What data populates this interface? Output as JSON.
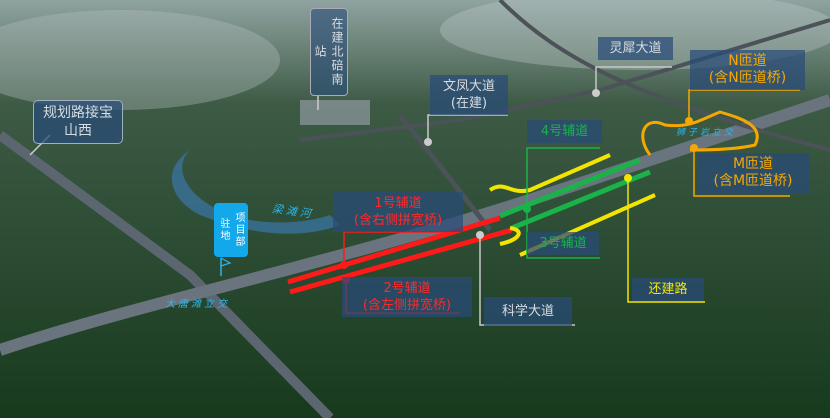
{
  "labels": {
    "planned_road": "规划路接宝山西",
    "station": "在建北碚南站",
    "wenfeng": {
      "line1": "文凤大道",
      "line2": "(在建)"
    },
    "lingxi": "灵犀大道",
    "n_ramp": {
      "line1": "N匝道",
      "line2": "(含N匝道桥)"
    },
    "m_ramp": {
      "line1": "M匝道",
      "line2": "(含M匝道桥)"
    },
    "aux4": "4号辅道",
    "aux3": "3号辅道",
    "aux1": {
      "line1": "1号辅道",
      "line2": "(含右侧拼宽桥)"
    },
    "aux2": {
      "line1": "2号辅道",
      "line2": "(含左侧拼宽桥)"
    },
    "science": "科学大道",
    "rebuilt": "还建路",
    "camp": "项目部驻地",
    "river": "梁滩河",
    "datang": "大唐滩立交",
    "shiziyan": "狮子岩立交"
  },
  "colors": {
    "red": "#ff1a1a",
    "green": "#19b34a",
    "yellow": "#f2e600",
    "orange": "#f5a800",
    "blue": "#29b6f0"
  }
}
